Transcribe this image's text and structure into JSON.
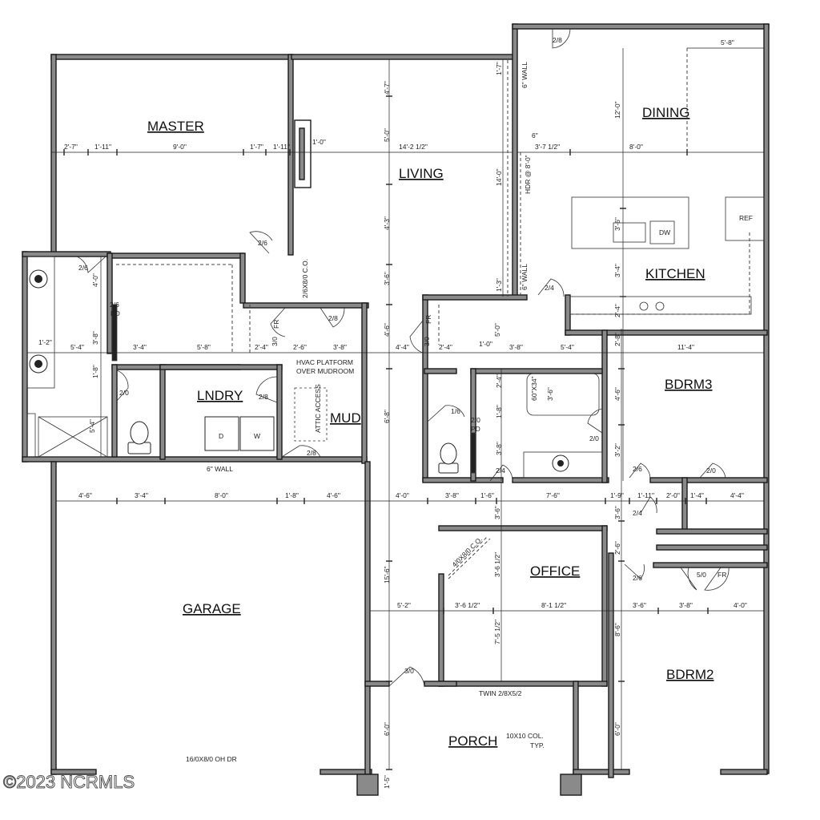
{
  "rooms": {
    "master": "MASTER",
    "living": "LIVING",
    "dining": "DINING",
    "kitchen": "KITCHEN",
    "lndry": "LNDRY",
    "mud": "MUD",
    "bdrm3": "BDRM3",
    "garage": "GARAGE",
    "office": "OFFICE",
    "bdrm2": "BDRM2",
    "porch": "PORCH"
  },
  "notes": {
    "ref": "REF",
    "dw": "DW",
    "hvac_1": "HVAC PLATFORM",
    "hvac_2": "OVER MUDROOM",
    "attic": "ATTIC ACCESS",
    "six_wall": "6\" WALL",
    "six_wall_v1": "6\" WALL",
    "six_wall_v2": "6\" WALL",
    "hdr": "HDR @ 8'-0\"",
    "six": "6\"",
    "garage_door": "16/0X8/0 OH DR",
    "twin": "TWIN 2/8X5/2",
    "col_1": "10X10 COL.",
    "col_2": "TYP.",
    "co_1": "2/6X8/0 C.O.",
    "co_2": "4/0X8/0 C.O.",
    "tub": "60\"X34\"",
    "fr1": "FR",
    "fr2": "FR",
    "fr3": "FR",
    "pd1": "2/6",
    "pd1b": "PD",
    "pd2": "2/0",
    "pd2b": "PD",
    "washer": "W",
    "dryer": "D"
  },
  "doors": [
    "2/8",
    "2/6",
    "2/6",
    "2/8",
    "2/8",
    "2/8",
    "2/0",
    "1/6",
    "2/4",
    "2/4",
    "2/0",
    "2/6",
    "2/0",
    "2/6",
    "3/0",
    "5/0",
    "2/4",
    "3/0",
    "3/0"
  ],
  "dims": {
    "m1": "2'-7\"",
    "m2": "1'-11\"",
    "m3": "9'-0\"",
    "m4": "1'-7\"",
    "m5": "1'-11\"",
    "m6": "1'-0\"",
    "l1": "14'-2 1/2\"",
    "l2": "4'-7\"",
    "l3": "5'-0\"",
    "l4": "4'-3\"",
    "l5": "3'-6\"",
    "l6": "14'-0\"",
    "l7": "1'-7\"",
    "l8": "1'-3\"",
    "d1": "5'-8\"",
    "d2": "12'-0\"",
    "d3": "3'-7 1/2\"",
    "d4": "8'-0\"",
    "d5": "3'-6\"",
    "d6": "3'-4\"",
    "d7": "2'-4\"",
    "b1": "4'-0\"",
    "b2": "3'-8\"",
    "b3": "1'-8\"",
    "b4": "5'-4\"",
    "b5": "3'-4\"",
    "b6": "5'-8\"",
    "b7": "1'-2\"",
    "b8": "5'-4\"",
    "h1": "2'-4\"",
    "h2": "2'-6\"",
    "h3": "3'-8\"",
    "h4": "4'-4\"",
    "h5": "2'-4\"",
    "h6": "1'-0\"",
    "h7": "3'-8\"",
    "h8": "5'-4\"",
    "h9": "5'-0\"",
    "r1": "11'-4\"",
    "r2": "2'-8\"",
    "r3": "4'-6\"",
    "r4": "3'-2\"",
    "ba1": "2'-4\"",
    "ba2": "1'-8\"",
    "ba3": "3'-8\"",
    "ba4": "3'-6\"",
    "g1": "4'-6\"",
    "g2": "3'-4\"",
    "g3": "8'-0\"",
    "g4": "1'-8\"",
    "g5": "4'-6\"",
    "g6": "4'-0\"",
    "g7": "3'-8\"",
    "g8": "1'-6\"",
    "g9": "7'-6\"",
    "g10": "1'-9\"",
    "g11": "1'-11\"",
    "g12": "2'-0\"",
    "g13": "1'-4\"",
    "g14": "4'-4\"",
    "v1": "6'-8\"",
    "v2": "15'-6\"",
    "v3": "6'-0\"",
    "v4": "1'-5\"",
    "v5": "4'-6\"",
    "o1": "3'-6\"",
    "o2": "3'-6 1/2\"",
    "o3": "5'-2\"",
    "o4": "3'-6 1/2\"",
    "o5": "8'-1 1/2\"",
    "o6": "7'-5 1/2\"",
    "c1": "3'-6\"",
    "c2": "2'-6\"",
    "c3": "3'-6\"",
    "c4": "3'-8\"",
    "c5": "4'-0\"",
    "c6": "8'-6\"",
    "c7": "6'-0\""
  },
  "watermark": "©2023 NCRMLS"
}
